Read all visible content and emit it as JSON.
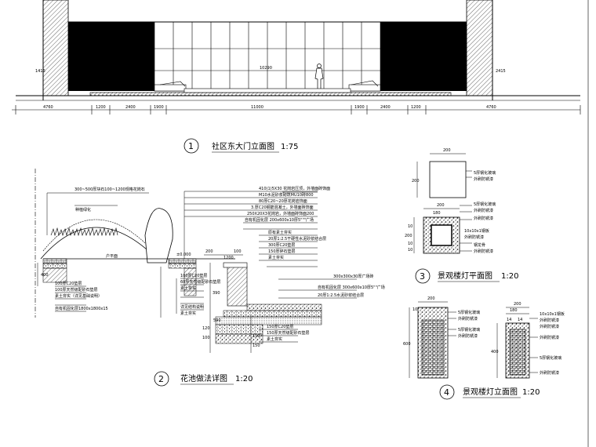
{
  "titles": {
    "elevation": {
      "num": "1",
      "label": "社区东大门立面图",
      "scale": "1:75"
    },
    "planter": {
      "num": "2",
      "label": "花池做法详图",
      "scale": "1:20"
    },
    "lamp_plan": {
      "num": "3",
      "label": "景观楼灯平面图",
      "scale": "1:20"
    },
    "lamp_elev": {
      "num": "4",
      "label": "景观楼灯立面图",
      "scale": "1:20"
    }
  },
  "elevation_dims": [
    "4760",
    "1200",
    "2400",
    "1900",
    "11000",
    "1900",
    "2400",
    "1200",
    "4760"
  ],
  "elevation_labels": {
    "center": "10290",
    "left_side": "1416",
    "right_side": "2415"
  },
  "planter_notes": [
    "300~500厚块石100~1200规格花岗石",
    "种植绿化",
    "410(1)5X30 花岗岩压顶，外墙面砖饰面",
    "M10水泥砂浆砌筑MU10砖800",
    "80厚C20~20厚花岗岩饰面",
    "3.厚C20钢筋混凝土，外墙面砖饰面",
    "250X20X3花岗岩，外墙面砖饰面200",
    "自有机固化层 200x600x10厚5\"\"\"广场",
    "原有素土夯实",
    "20厚1:2.5干硬性水泥砂浆结合层",
    "300厚C20垫层",
    "150厚碎石垫层",
    "素土夯实",
    "100厚C20垫层",
    "100厚天然级配砂石垫层",
    "素土夯实（详见基础说明）",
    "自有机固化层1800x1800x15",
    "100厚C20垫层",
    "60厚天然级配砂石垫层",
    "素土夯实",
    "详见结构说明",
    "素土夯实",
    "300x300x30厚广场砖",
    "自有机固化层 300x600x10厚5\"\"广场",
    "20厚1:2.5水泥砂浆结合层",
    "150厚C20垫层",
    "150厚天然级配砂石垫层",
    "素土夯实"
  ],
  "planter_dims": [
    "400",
    "200",
    "100",
    "390",
    "590",
    "120",
    "100",
    "150",
    "150",
    "1200",
    "±0.000",
    "户平面"
  ],
  "lamp_plan_notes": [
    "5厚钢化玻璃",
    "外刷防锈漆",
    "5厚钢化玻璃",
    "外刷防锈漆",
    "外刷防锈漆",
    "10x10x1钢板",
    "外刷防锈漆",
    "钢龙骨",
    "外刷防锈漆"
  ],
  "lamp_plan_dims": [
    "200",
    "200",
    "200",
    "200",
    "180",
    "10",
    "10",
    "10"
  ],
  "lamp_elev_notes": [
    "5厚钢化玻璃",
    "外刷防锈漆",
    "5厚钢化玻璃",
    "外刷防锈漆",
    "外刷防锈漆",
    "10x10x1钢板",
    "外刷防锈漆",
    "外刷防锈漆",
    "5厚钢化玻璃",
    "外刷防锈漆"
  ],
  "lamp_elev_dims": [
    "200",
    "200",
    "600",
    "400",
    "180",
    "10",
    "14",
    "14"
  ]
}
